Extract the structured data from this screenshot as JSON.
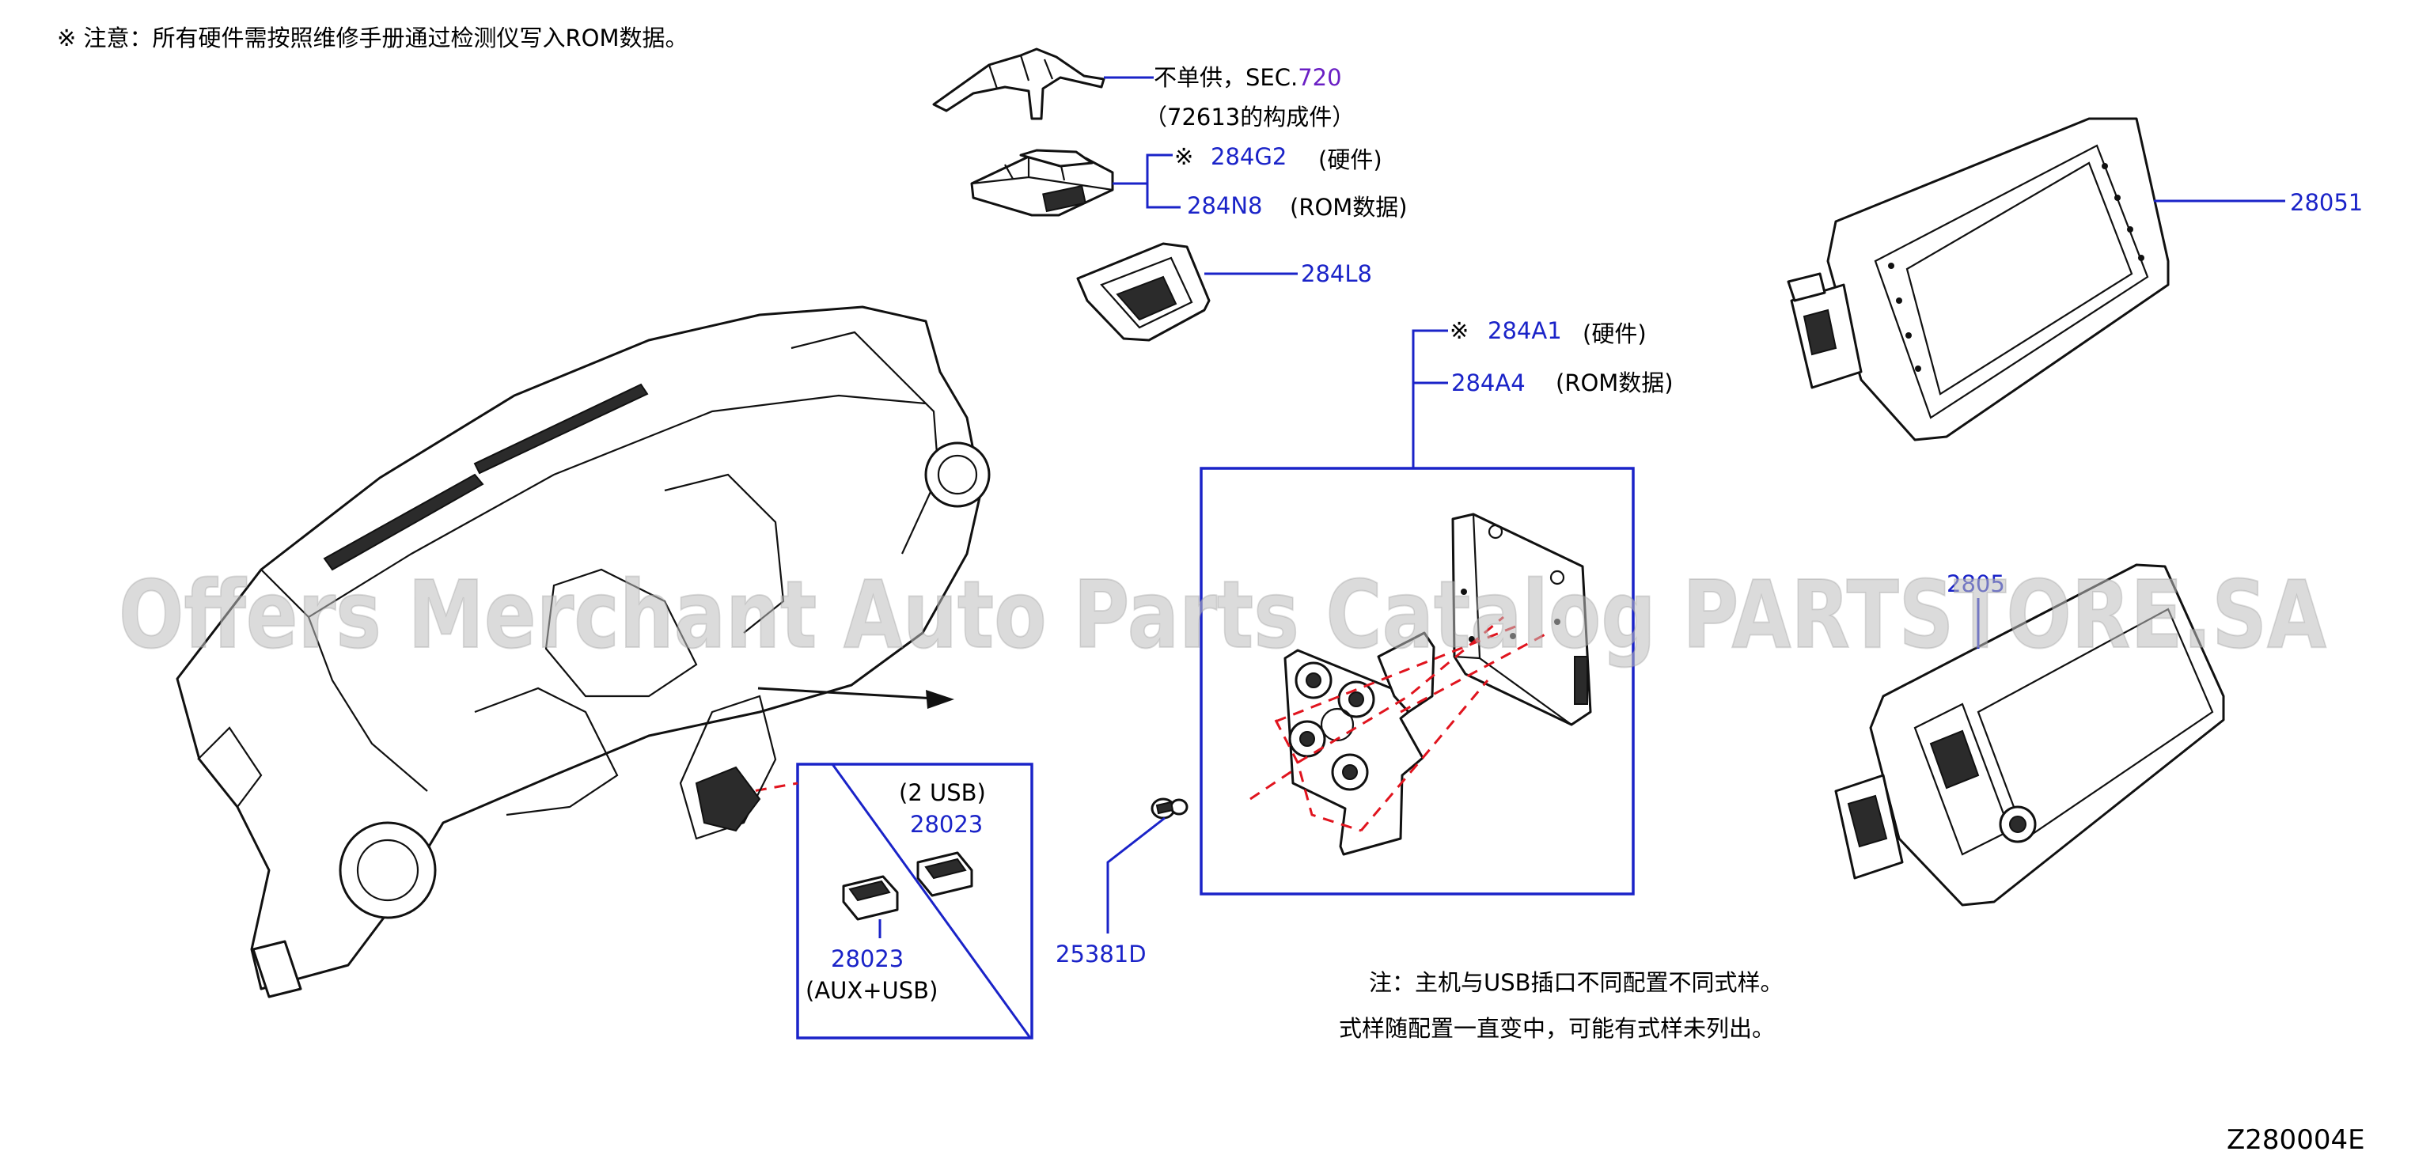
{
  "notice": {
    "text": "※ 注意：所有硬件需按照维修手册通过检测仪写入ROM数据。"
  },
  "labels": {
    "not_sold_prefix": "不单供，SEC.",
    "sec_number": "720",
    "component_of": "（72613的构成件）",
    "mark_284G2": "※",
    "p284G2": "284G2",
    "p284G2_desc": "(硬件)",
    "p284N8": "284N8",
    "p284N8_desc": "(ROM数据)",
    "p284L8": "284L8",
    "p28051": "28051",
    "mark_284A1": "※",
    "p284A1": "284A1",
    "p284A1_desc": "(硬件)",
    "p284A4": "284A4",
    "p284A4_desc": "(ROM数据)",
    "p2_usb_desc": "(2  USB)",
    "p28023_top": "28023",
    "p28023_bottom": "28023",
    "aux_usb_desc": "(AUX+USB)",
    "p25381D": "25381D",
    "p_second_radio": "2805",
    "note_line1": "注：主机与USB插口不同配置不同式样。",
    "note_line2": "式样随配置一直变中，可能有式样未列出。",
    "diagram_code": "Z280004E"
  },
  "watermark": {
    "text": "Offers Merchant Auto Parts Catalog PARTSTORE.SA"
  },
  "colors": {
    "part_number": "#1a23c8",
    "sec_link": "#6a1fc4",
    "leader": "#1a23c8",
    "dashed": "#e0141e",
    "watermark": "#bdbdbd"
  }
}
